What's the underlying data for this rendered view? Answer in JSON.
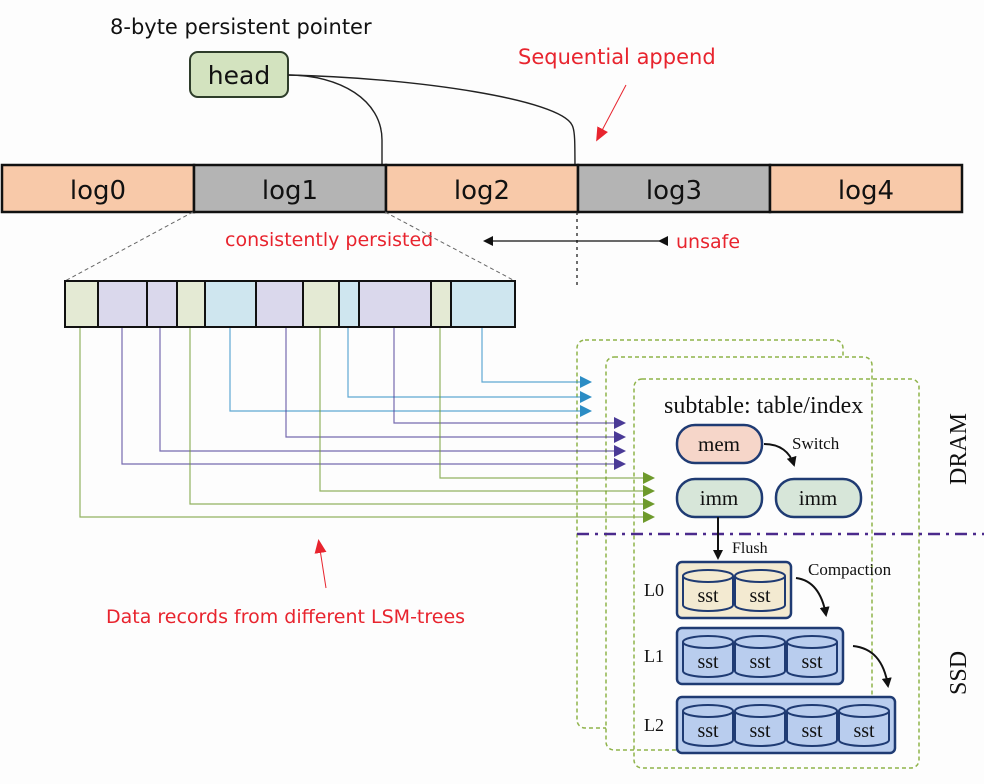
{
  "header": {
    "pointer_caption": "8-byte persistent pointer",
    "head_label": "head",
    "sequential_append": "Sequential append"
  },
  "log_bar": {
    "segments": [
      {
        "label": "log0",
        "state": "free"
      },
      {
        "label": "log1",
        "state": "written"
      },
      {
        "label": "log2",
        "state": "free"
      },
      {
        "label": "log3",
        "state": "written"
      },
      {
        "label": "log4",
        "state": "free"
      }
    ],
    "consistently_persisted": "consistently persisted",
    "unsafe": "unsafe"
  },
  "records": {
    "caption": "Data records from different LSM-trees",
    "cells": [
      {
        "group": "green"
      },
      {
        "group": "purple"
      },
      {
        "group": "purple"
      },
      {
        "group": "green"
      },
      {
        "group": "blue"
      },
      {
        "group": "purple"
      },
      {
        "group": "green"
      },
      {
        "group": "blue"
      },
      {
        "group": "purple"
      },
      {
        "group": "green"
      },
      {
        "group": "blue"
      }
    ]
  },
  "lsm": {
    "title": "subtable: table/index",
    "mem_label": "mem",
    "imm_labels": [
      "imm",
      "imm"
    ],
    "switch_label": "Switch",
    "flush_label": "Flush",
    "compaction_label": "Compaction",
    "dram_label": "DRAM",
    "ssd_label": "SSD",
    "levels": [
      {
        "name": "L0",
        "sst_count": 2,
        "sst_label": "sst"
      },
      {
        "name": "L1",
        "sst_count": 3,
        "sst_label": "sst"
      },
      {
        "name": "L2",
        "sst_count": 4,
        "sst_label": "sst"
      }
    ]
  },
  "colors": {
    "log_free": "#f8c9a9",
    "log_written": "#b4b4b4",
    "head_fill": "#d3e3bf",
    "annotation_red": "#e8242e",
    "group_blue": "#2b8cc4",
    "group_purple": "#4a3a96",
    "group_green": "#6e9a2c",
    "cell_blue": "#cfe6ef",
    "cell_purple": "#dad8ec",
    "cell_green": "#e4ead4",
    "frame_green": "#8fb34a",
    "divider_purple": "#4b2a8c",
    "box_navy": "#1f3b73",
    "mem_fill": "#f6d6c9",
    "imm_fill": "#d7e6d9",
    "level_fill": "#b9cdee",
    "l0_fill": "#f3ead1"
  }
}
